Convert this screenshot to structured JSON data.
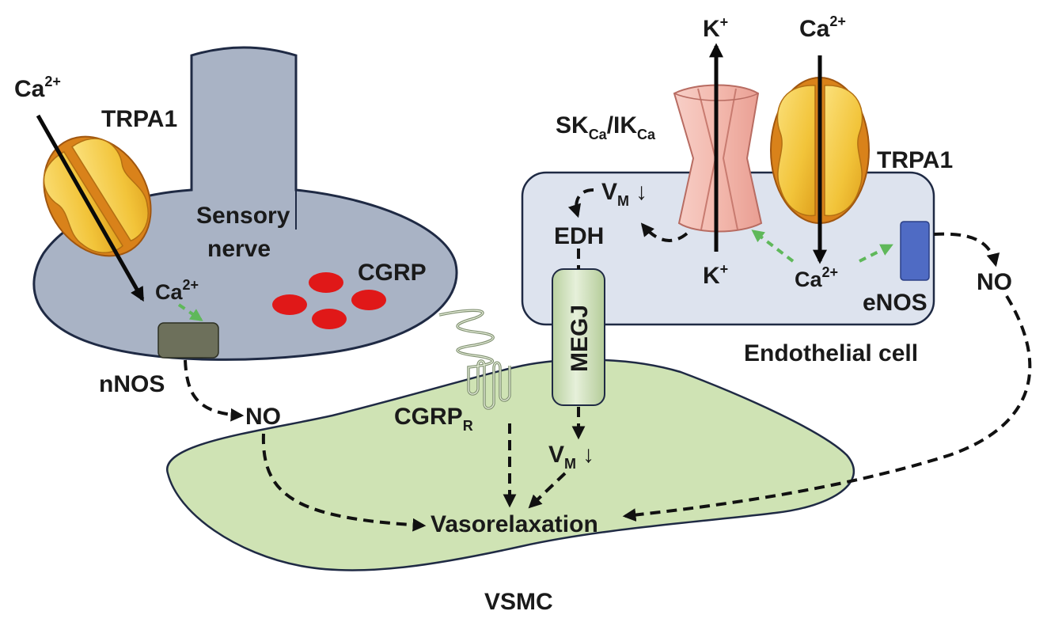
{
  "labels": {
    "ca_left_top": {
      "base": "Ca",
      "sup": "2+"
    },
    "trpa1_left": "TRPA1",
    "sensory_nerve_line1": "Sensory",
    "sensory_nerve_line2": "nerve",
    "cgrp": "CGRP",
    "ca_left_inside": {
      "base": "Ca",
      "sup": "2+"
    },
    "nnos": "nNOS",
    "no_left": "NO",
    "cgrp_r": {
      "base": "CGRP",
      "sub": "R"
    },
    "megj": "MEGJ",
    "vm_lower": {
      "base": "V",
      "sub": "M",
      "arrow": "↓"
    },
    "vasorelaxation": "Vasorelaxation",
    "vsmc": "VSMC",
    "k_top": {
      "base": "K",
      "sup": "+"
    },
    "ca_right_top": {
      "base": "Ca",
      "sup": "2+"
    },
    "skca_ikca": {
      "part1": "SK",
      "sub1": "Ca",
      "part2": "/IK",
      "sub2": "Ca"
    },
    "trpa1_right": "TRPA1",
    "vm_upper": {
      "base": "V",
      "sub": "M",
      "arrow": "↓"
    },
    "edh": "EDH",
    "k_bottom": {
      "base": "K",
      "sup": "+"
    },
    "ca_right_inside": {
      "base": "Ca",
      "sup": "2+"
    },
    "enos": "eNOS",
    "no_right": "NO",
    "endothelial_cell": "Endothelial cell"
  },
  "colors": {
    "sensory_nerve": "#a9b3c5",
    "endothelial": "#dde3ee",
    "vsmc": "#cfe3b4",
    "cgrp_dots": "#e01818",
    "nnos": "#6d705b",
    "enos": "#4f6bc4",
    "channel_gold": "#f2c43a",
    "channel_orange": "#d9821a",
    "sk_pink": "#f2b6ac",
    "megj": "#d3e4c0",
    "green_arrow": "#5fb85a"
  }
}
